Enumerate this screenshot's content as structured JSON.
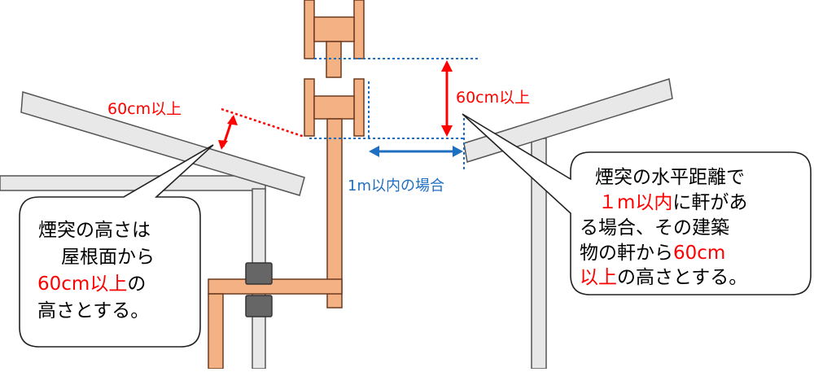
{
  "labels": {
    "roof_clearance": "60cm以上",
    "eave_clearance": "60cm以上",
    "horizontal_distance": "1m以内の場合"
  },
  "callout_left": {
    "line1": "煙突の高さは",
    "line2": "屋根面から",
    "line3_highlight": "60cm以上",
    "line3_rest": "の",
    "line4": "高さとする。"
  },
  "callout_right": {
    "line1": "煙突の水平距離で",
    "line2_highlight": "１m以内",
    "line2_rest": "に軒があ",
    "line3": "る場合、その建築",
    "line4_start": "物の軒から",
    "line4_highlight": "60cm",
    "line5_highlight": "以上",
    "line5_rest": "の高さとする。"
  },
  "colors": {
    "chimney_fill": "#f4b183",
    "chimney_stroke": "#6b3b1f",
    "roof_fill": "#e8e8e8",
    "roof_stroke": "#555555",
    "dimension_red": "#ff0000",
    "dimension_blue": "#1f6fc0",
    "joint_fill": "#666666"
  }
}
